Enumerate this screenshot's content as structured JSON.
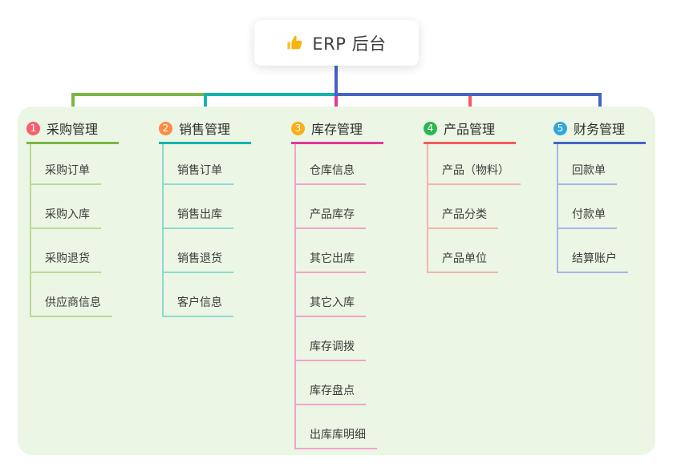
{
  "root": {
    "title": "ERP 后台",
    "icon": "thumbs-up-icon",
    "icon_color": "#fbc02d"
  },
  "colors": {
    "page_bg": "#ffffff",
    "panel_bg": "#ebf6e4",
    "root_connector": "#4c5fc6",
    "header_text": "#2e2e2e",
    "child_text": "#3c3c3c"
  },
  "branches": [
    {
      "index": "1",
      "label": "采购管理",
      "badge_color": "#f65e6d",
      "line_color": "#7cb644",
      "light_color": "#b9dc98",
      "children": [
        "采购订单",
        "采购入库",
        "采购退货",
        "供应商信息"
      ]
    },
    {
      "index": "2",
      "label": "销售管理",
      "badge_color": "#fb8b45",
      "line_color": "#16b3ae",
      "light_color": "#8fd8d3",
      "children": [
        "销售订单",
        "销售出库",
        "销售退货",
        "客户信息"
      ]
    },
    {
      "index": "3",
      "label": "库存管理",
      "badge_color": "#fbae17",
      "line_color": "#e03a96",
      "light_color": "#f2a2cc",
      "children": [
        "仓库信息",
        "产品库存",
        "其它出库",
        "其它入库",
        "库存调拨",
        "库存盘点",
        "出库库明细"
      ]
    },
    {
      "index": "4",
      "label": "产品管理",
      "badge_color": "#2eb553",
      "line_color": "#f45b5b",
      "light_color": "#f8b2ae",
      "children": [
        "产品（物料）",
        "产品分类",
        "产品单位"
      ]
    },
    {
      "index": "5",
      "label": "财务管理",
      "badge_color": "#32a6db",
      "line_color": "#4565c6",
      "light_color": "#a6b7e6",
      "children": [
        "回款单",
        "付款单",
        "结算账户"
      ]
    }
  ]
}
